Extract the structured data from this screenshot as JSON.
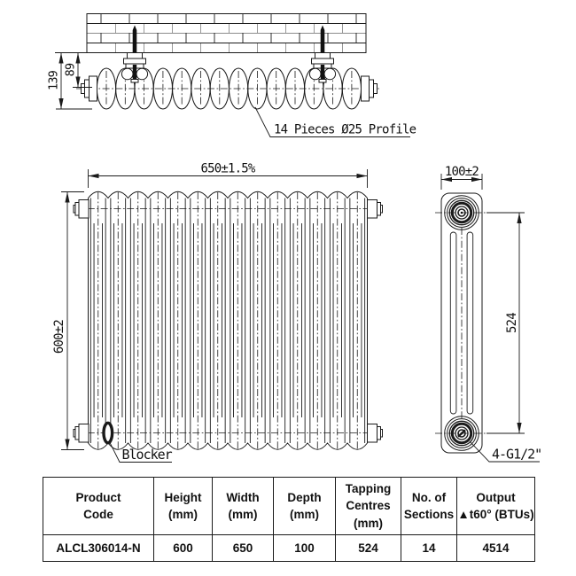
{
  "colors": {
    "ink": "#1a1a1a",
    "background": "#ffffff"
  },
  "top_view": {
    "dim_wall_to_bottom": "139",
    "dim_wall_to_centre": "89",
    "pieces_callout": "14 Pieces Ø25 Profile"
  },
  "front_view": {
    "dim_width": "650±1.5%",
    "dim_height": "600±2",
    "blocker_callout": "Blocker"
  },
  "side_view": {
    "dim_depth": "100±2",
    "dim_tapping_centres": "524",
    "connection_callout": "4-G1/2\""
  },
  "table": {
    "headers": [
      "Product\nCode",
      "Height\n(mm)",
      "Width\n(mm)",
      "Depth\n(mm)",
      "Tapping\nCentres\n(mm)",
      "No. of\nSections",
      "Output\n▲t60° (BTUs)"
    ],
    "row": [
      "ALCL306014-N",
      "600",
      "650",
      "100",
      "524",
      "14",
      "4514"
    ]
  }
}
